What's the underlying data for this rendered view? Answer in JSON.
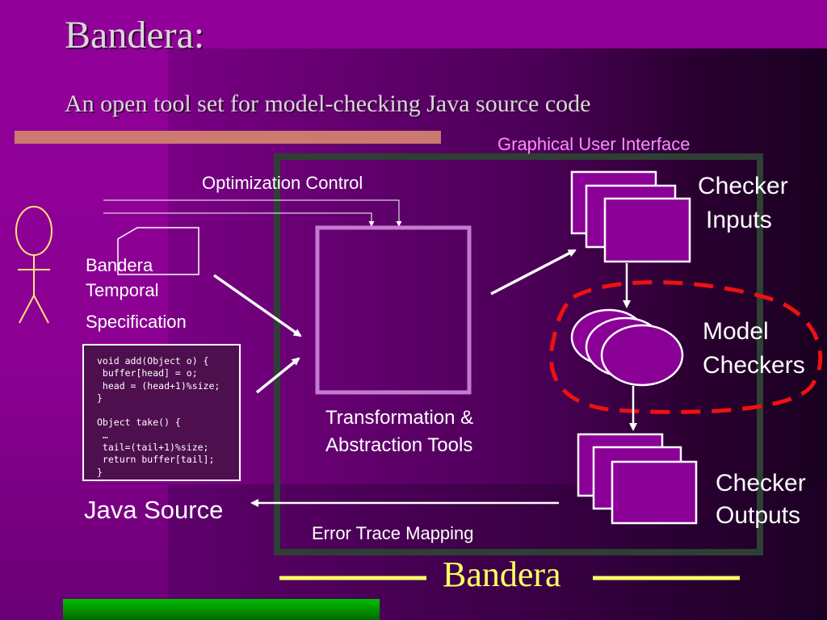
{
  "slide": {
    "title": "Bandera:",
    "subtitle": "An open tool set for model-checking Java source code",
    "footer_title": "Bandera"
  },
  "labels": {
    "gui": "Graphical User Interface",
    "optimization_control": "Optimization Control",
    "temporal_spec": [
      "Bandera",
      "Temporal",
      "Specification"
    ],
    "java_source": "Java Source",
    "transformation": [
      "Transformation &",
      "Abstraction Tools"
    ],
    "error_trace": "Error Trace Mapping",
    "checker_inputs": [
      "Checker",
      "Inputs"
    ],
    "model_checkers": [
      "Model",
      "Checkers"
    ],
    "checker_outputs": [
      "Checker",
      "Outputs"
    ]
  },
  "code": [
    "void add(Object o) {",
    " buffer[head] = o;",
    " head = (head+1)%size;",
    "}",
    "",
    "Object take() {",
    " …",
    " tail=(tail+1)%size;",
    " return buffer[tail];",
    "}"
  ],
  "colors": {
    "background": "#92009a",
    "gui_frame": "#2e3f33",
    "dashed_outline": "#ee1111",
    "footer_text": "#ffff66",
    "box_fill": "#8a0096"
  }
}
